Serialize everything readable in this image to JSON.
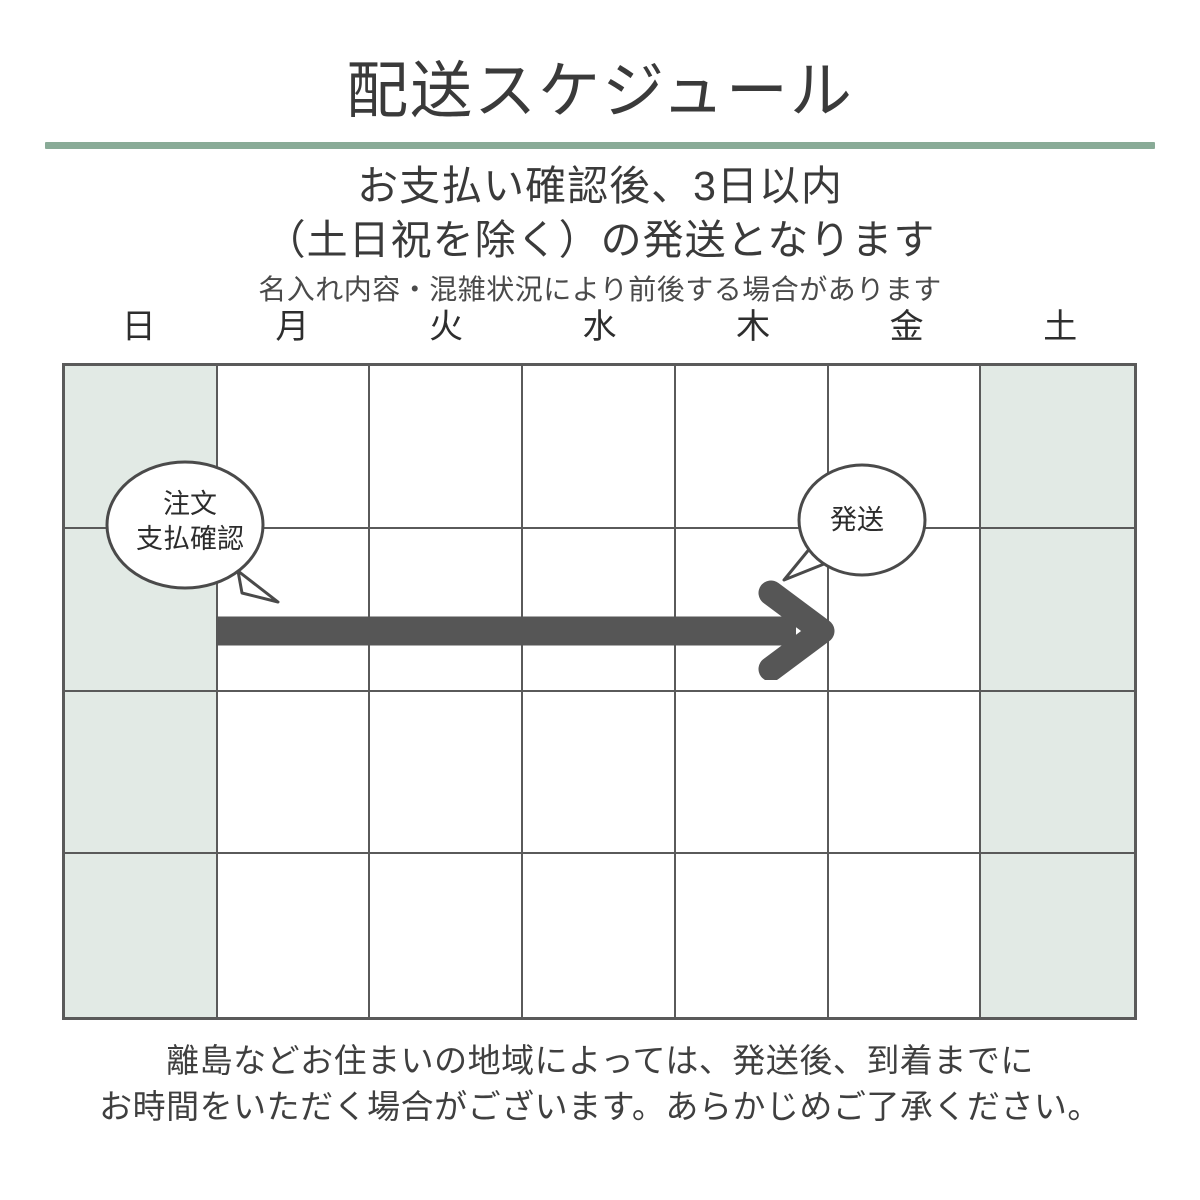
{
  "header": {
    "title": "配送スケジュール",
    "rule_color": "#89ab97"
  },
  "subtitle": {
    "line1": "お支払い確認後、3日以内",
    "line2": "（土日祝を除く）の発送となります",
    "note": "名入れ内容・混雑状況により前後する場合があります"
  },
  "calendar": {
    "weekdays": [
      {
        "label": "日",
        "weekend": true
      },
      {
        "label": "月",
        "weekend": false
      },
      {
        "label": "火",
        "weekend": false
      },
      {
        "label": "水",
        "weekend": false
      },
      {
        "label": "木",
        "weekend": false
      },
      {
        "label": "金",
        "weekend": false
      },
      {
        "label": "土",
        "weekend": true
      }
    ],
    "rows": 4,
    "columns": 7,
    "weekend_fill": "#e2eae5",
    "grid_line_color": "#5a5a5a"
  },
  "annotations": {
    "order_bubble": {
      "line1": "注文",
      "line2": "支払確認",
      "anchor_day": "日",
      "tail_direction": "down-right"
    },
    "ship_bubble": {
      "line1": "発送",
      "anchor_day": "木",
      "tail_direction": "down-left"
    },
    "arrow": {
      "color": "#565656",
      "from_day": "月",
      "to_day": "金",
      "direction": "right"
    }
  },
  "footer": {
    "line1": "離島などお住まいの地域によっては、発送後、到着までに",
    "line2": "お時間をいただく場合がございます。あらかじめご了承ください。"
  }
}
